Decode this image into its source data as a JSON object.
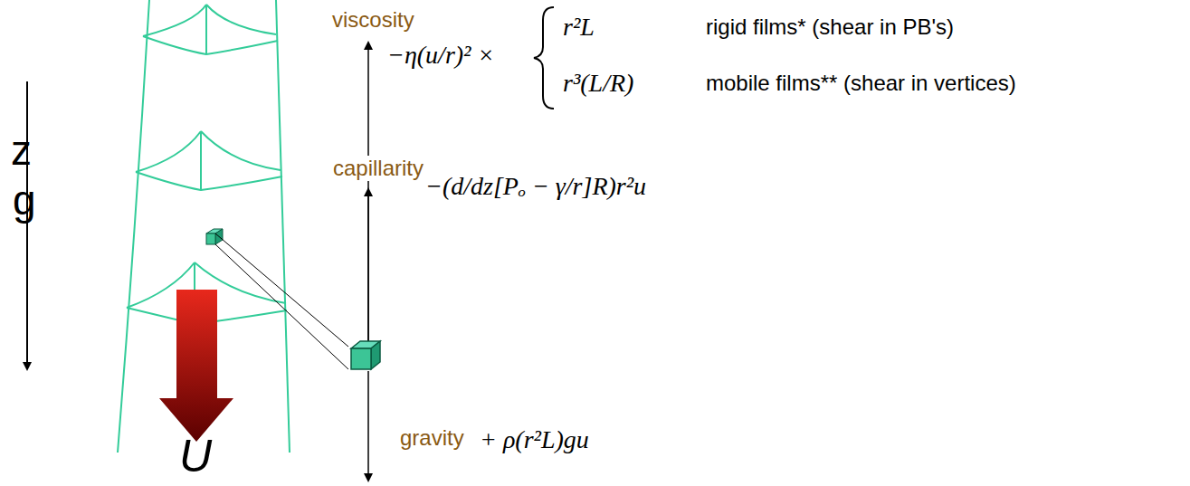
{
  "diagram": {
    "labels": [
      "z",
      "g",
      "U",
      "viscosity",
      "−η(u/r)² ×",
      "r²L",
      "rigid films* (shear in PB's)",
      "r³(L/R)",
      "mobile films** (shear in vertices)",
      "capillarity",
      "−(d/dz[Pₒ − γ/r]R)r²u",
      "gravity",
      "+ ρ(r²L)gu"
    ]
  }
}
